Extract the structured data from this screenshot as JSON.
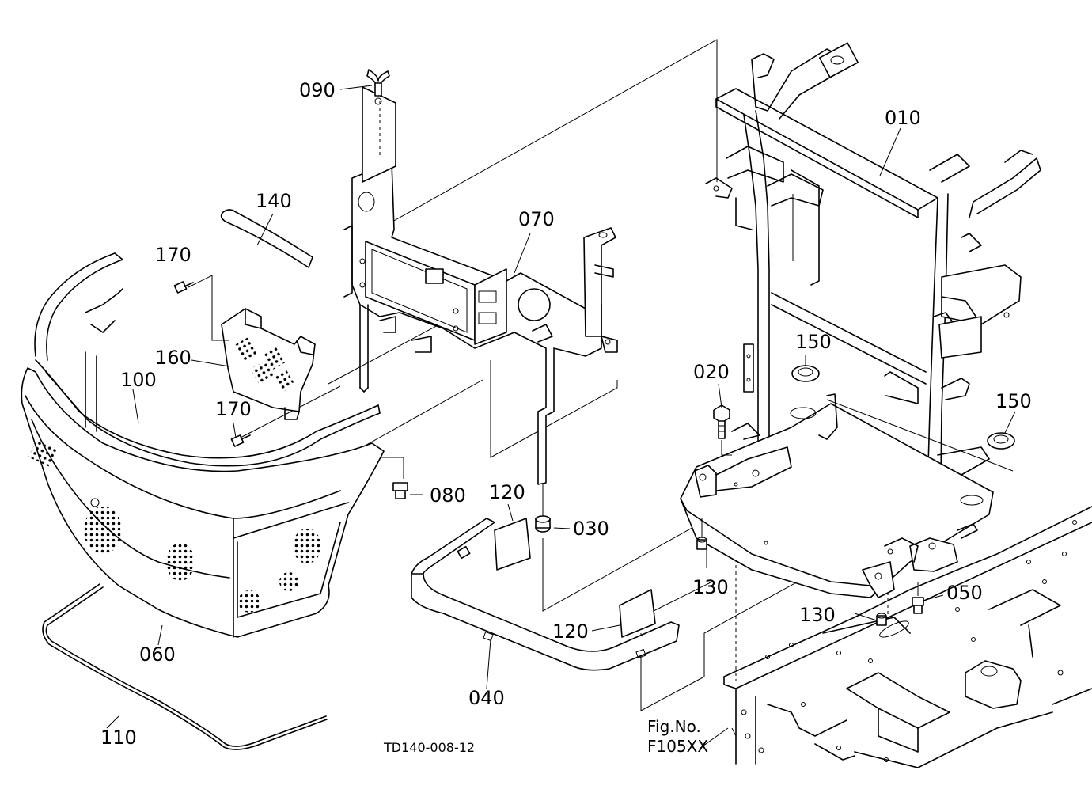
{
  "diagram": {
    "part_labels": {
      "p010": "010",
      "p020": "020",
      "p030": "030",
      "p040": "040",
      "p050": "050",
      "p060": "060",
      "p070": "070",
      "p080": "080",
      "p090": "090",
      "p100": "100",
      "p110": "110",
      "p120a": "120",
      "p120b": "120",
      "p130a": "130",
      "p130b": "130",
      "p140": "140",
      "p150a": "150",
      "p150b": "150",
      "p160": "160",
      "p170a": "170",
      "p170b": "170"
    },
    "drawing_code": "TD140-008-12",
    "fig_label": "Fig.No.",
    "fig_number": "F105XX"
  }
}
